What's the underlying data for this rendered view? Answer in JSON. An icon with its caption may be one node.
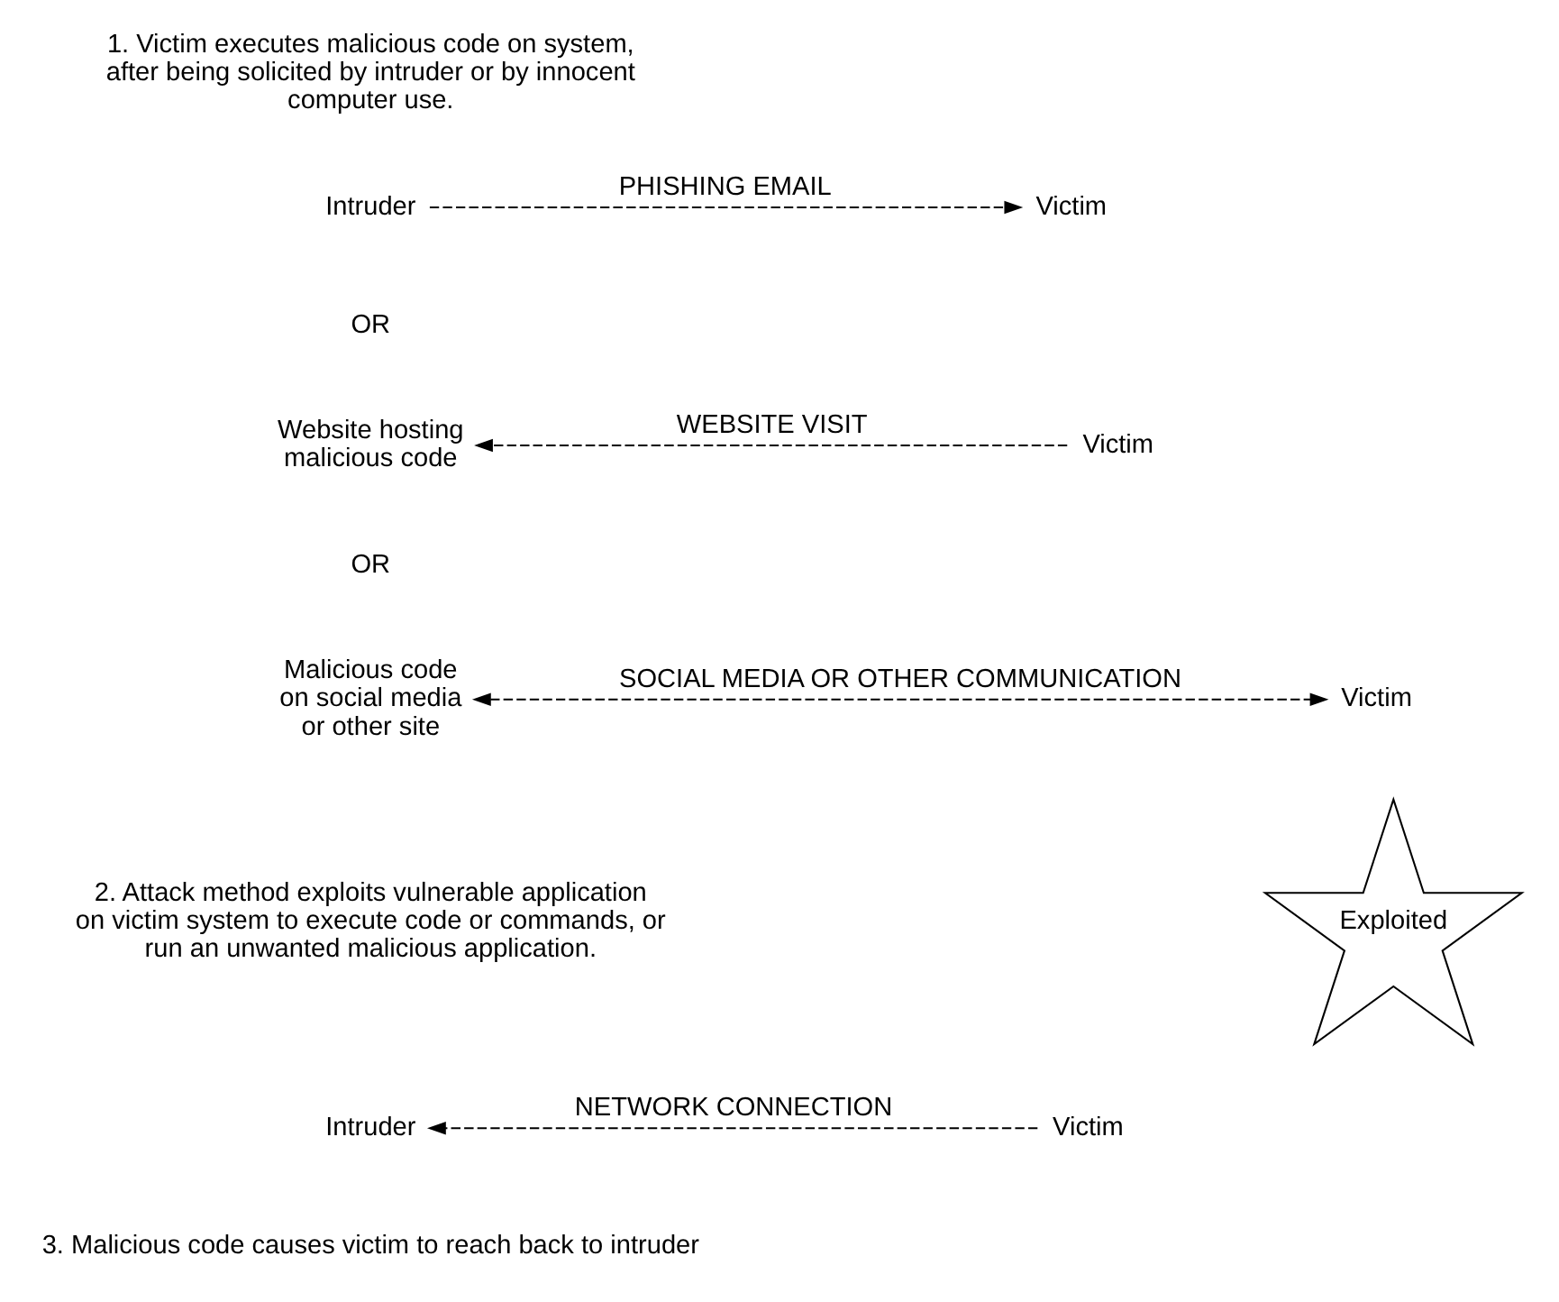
{
  "diagram": {
    "nodes": [
      {
        "text": [
          "Intruder"
        ]
      },
      {
        "text": [
          "Victim"
        ]
      },
      {
        "text": [
          "Website hosting malicious code"
        ]
      },
      {
        "text": [
          "Victim"
        ]
      },
      {
        "text": [
          "Malicious code on social media or other site"
        ]
      },
      {
        "text": [
          "Victim"
        ]
      },
      {
        "text": [
          "Exploited"
        ]
      },
      {
        "text": [
          "Intruder"
        ]
      },
      {
        "text": [
          "Victim"
        ]
      }
    ],
    "edges": [
      {
        "from": 0,
        "to": 1,
        "arrow": "to",
        "style": "dashed",
        "label": "PHISHING EMAIL"
      },
      {
        "from": 3,
        "to": 2,
        "arrow": "to",
        "style": "dashed",
        "label": "WEBSITE VISIT"
      },
      {
        "from": 4,
        "to": 5,
        "arrow": "both",
        "style": "dashed",
        "label": "SOCIAL MEDIA OR OTHER COMMUNICATION"
      },
      {
        "from": 8,
        "to": 7,
        "arrow": "to",
        "style": "dashed",
        "label": "NETWORK CONNECTION"
      }
    ],
    "labels": [
      "1. Victim executes malicious code on system, after being solicited by intruder or by innocent computer use.",
      "OR",
      "OR",
      "2. Attack method exploits vulnerable application on victim system to execute code or commands, or run an unwanted malicious application.",
      "3. Malicious code causes victim to reach back to intruder"
    ]
  }
}
